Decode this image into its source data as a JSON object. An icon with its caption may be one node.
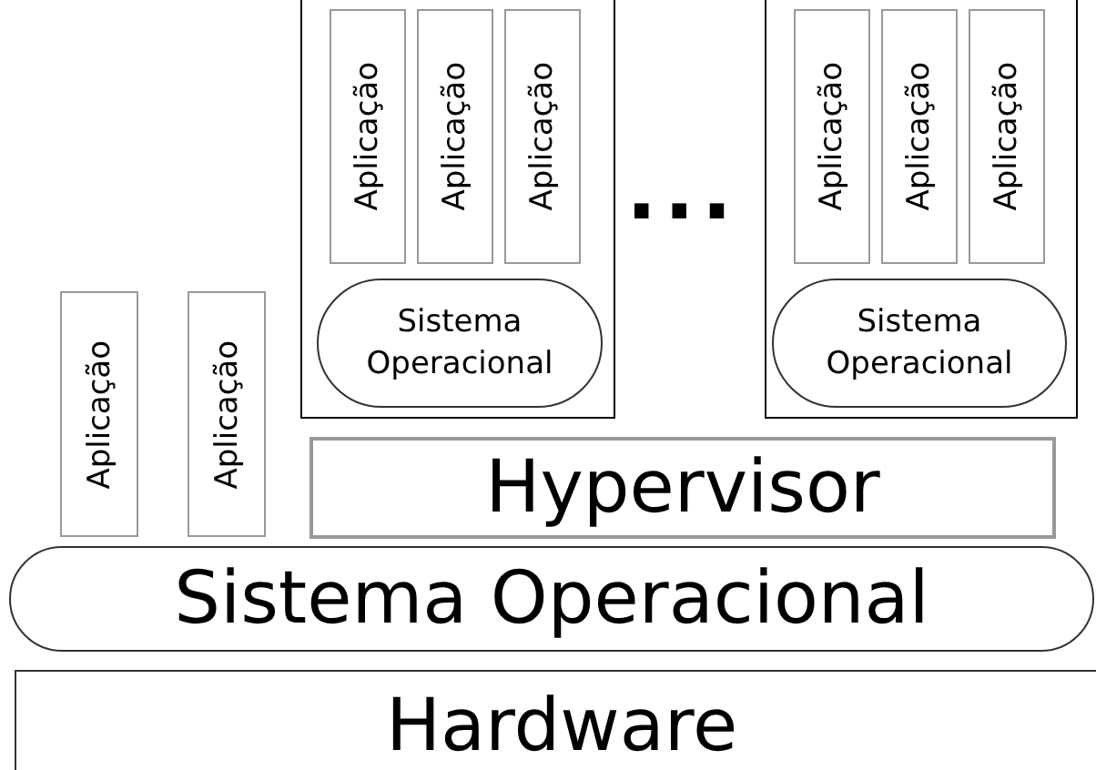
{
  "diagram": {
    "nodes": [
      {
        "text": [],
        "shape": "box"
      },
      {
        "text": [
          "Aplicação"
        ],
        "in": 0
      },
      {
        "text": [
          "Aplicação"
        ],
        "in": 0
      },
      {
        "text": [
          "Aplicação"
        ],
        "in": 0
      },
      {
        "text": [
          "Sistema Operacional"
        ],
        "in": 0
      },
      {
        "text": [],
        "shape": "box"
      },
      {
        "text": [
          "Aplicação"
        ],
        "in": 5
      },
      {
        "text": [
          "Aplicação"
        ],
        "in": 5
      },
      {
        "text": [
          "Aplicação"
        ],
        "in": 5
      },
      {
        "text": [
          "Sistema Operacional"
        ],
        "in": 5
      },
      {
        "text": [
          "Aplicação"
        ]
      },
      {
        "text": [
          "Aplicação"
        ]
      },
      {
        "text": [
          "Hypervisor"
        ]
      },
      {
        "text": [
          "Sistema Operacional"
        ]
      },
      {
        "text": [
          "Hardware"
        ]
      }
    ],
    "edges": [],
    "labels": [
      "..."
    ]
  }
}
